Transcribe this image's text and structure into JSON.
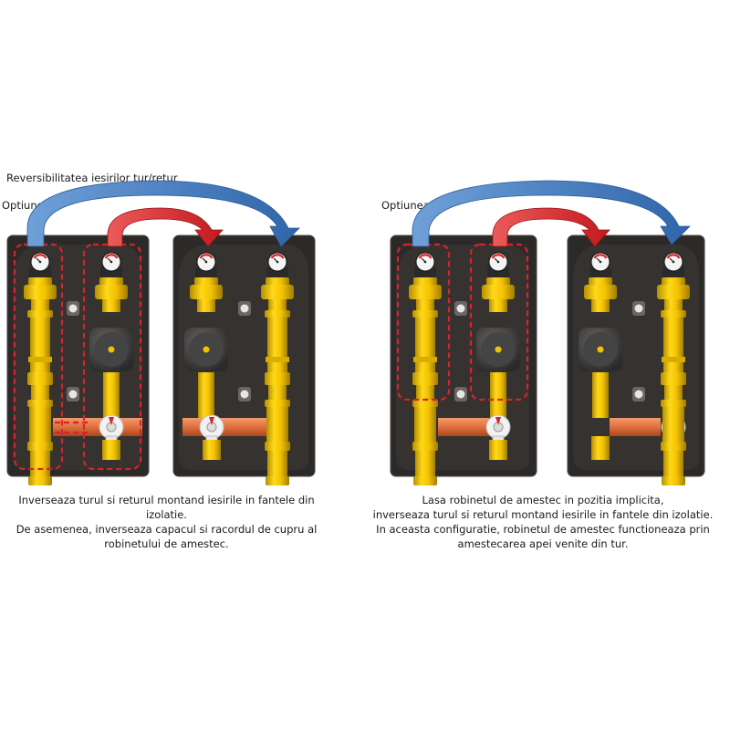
{
  "header": {
    "title": "Reversibilitatea iesirilor tur/retur"
  },
  "option1": {
    "label": "Optiunea 1",
    "caption": [
      "Inverseaza turul si returul montand iesirile in fantele din izolatie.",
      "De asemenea, inverseaza capacul si racordul de cupru al",
      "robinetului de amestec."
    ]
  },
  "option2": {
    "label": "Optiunea 2",
    "caption": [
      "Lasa robinetul de amestec in pozitia implicita,",
      "inverseaza turul si returul montand iesirile in fantele din izolatie.",
      "In aceasta configuratie, robinetul de amestec functioneaza prin",
      "amestecarea apei venite din tur."
    ]
  },
  "colors": {
    "insulation": "#2c2a28",
    "insulation_edge": "#4a4643",
    "brass": "#f2c200",
    "brass_dark": "#b58f00",
    "copper": "#e0703e",
    "pump": "#3c3c3c",
    "arrow_blue": "#3f78bd",
    "arrow_red": "#d8232a",
    "dashed": "#d8232a"
  },
  "icons": [
    "blue-arrow-icon",
    "red-arrow-icon",
    "thermometer-gauge-icon",
    "circulation-pump-icon",
    "mixing-valve-icon"
  ]
}
